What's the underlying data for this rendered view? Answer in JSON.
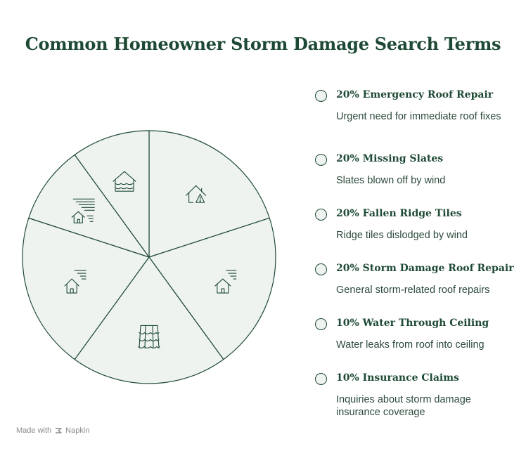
{
  "title": "Common Homeowner Storm Damage Search Terms",
  "colors": {
    "slice_fill": "#eef3ef",
    "stroke": "#1e4a35",
    "text_dark": "#1e4a35",
    "text_body": "#2c4a3b"
  },
  "chart_data": {
    "type": "pie",
    "title": "Common Homeowner Storm Damage Search Terms",
    "slices": [
      {
        "label": "Emergency Roof Repair",
        "value": 20,
        "percent_label": "20% Emergency Roof Repair",
        "description": "Urgent need for immediate roof fixes",
        "icon": "house-warning-icon"
      },
      {
        "label": "Missing Slates",
        "value": 20,
        "percent_label": "20% Missing Slates",
        "description": "Slates blown off by wind",
        "icon": "house-wind-icon"
      },
      {
        "label": "Fallen Ridge Tiles",
        "value": 20,
        "percent_label": "20% Fallen Ridge Tiles",
        "description": "Ridge tiles dislodged by wind",
        "icon": "roof-tiles-icon"
      },
      {
        "label": "Storm Damage Roof Repair",
        "value": 20,
        "percent_label": "20% Storm Damage Roof Repair",
        "description": "General storm-related roof repairs",
        "icon": "house-storm-icon"
      },
      {
        "label": "Water Through Ceiling",
        "value": 10,
        "percent_label": "10% Water Through Ceiling",
        "description": "Water leaks from roof into ceiling",
        "icon": "house-flood-icon"
      },
      {
        "label": "Insurance Claims",
        "value": 10,
        "percent_label": "10% Insurance Claims",
        "description": "Inquiries about storm damage insurance coverage",
        "icon": "house-wind-claim-icon"
      }
    ]
  },
  "footer": {
    "made_with": "Made with",
    "brand": "Napkin",
    "brand_icon": "napkin-logo-icon"
  }
}
